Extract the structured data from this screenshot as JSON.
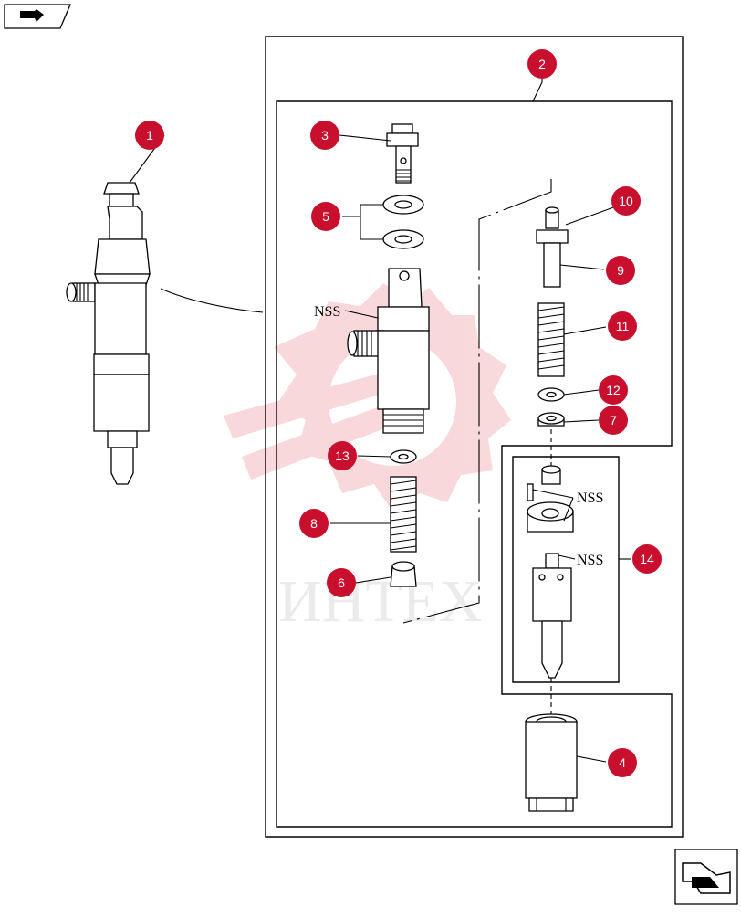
{
  "diagram": {
    "watermark_text": "ИНТЕХ",
    "colors": {
      "callout": "#c8102e",
      "watermark": "#f3b9bf",
      "line": "#000000"
    },
    "icons": {
      "top_left": "previous-arrow-icon",
      "bottom_right": "next-arrow-icon"
    },
    "callouts": [
      {
        "id": "1",
        "label": "1"
      },
      {
        "id": "2",
        "label": "2"
      },
      {
        "id": "3",
        "label": "3"
      },
      {
        "id": "4",
        "label": "4"
      },
      {
        "id": "5",
        "label": "5"
      },
      {
        "id": "6",
        "label": "6"
      },
      {
        "id": "7",
        "label": "7"
      },
      {
        "id": "8",
        "label": "8"
      },
      {
        "id": "9",
        "label": "9"
      },
      {
        "id": "10",
        "label": "10"
      },
      {
        "id": "11",
        "label": "11"
      },
      {
        "id": "12",
        "label": "12"
      },
      {
        "id": "13",
        "label": "13"
      },
      {
        "id": "14",
        "label": "14"
      }
    ],
    "nss_labels": [
      "NSS",
      "NSS",
      "NSS"
    ]
  }
}
